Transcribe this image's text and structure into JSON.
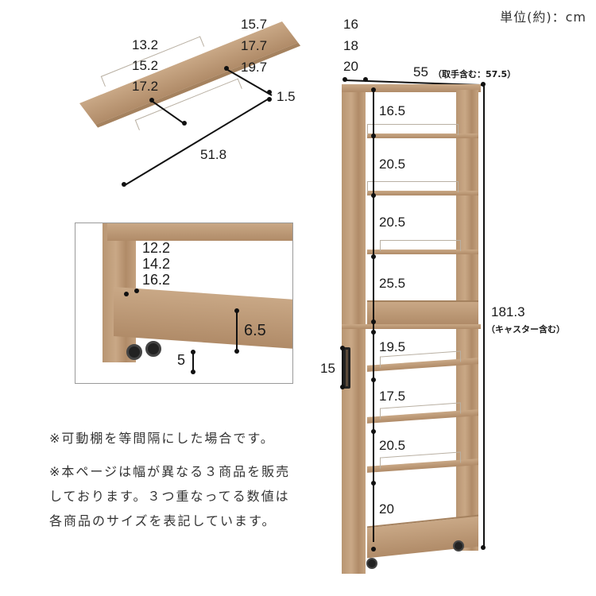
{
  "unit_label": "単位(約)：cm",
  "shelf_board": {
    "depth_values": [
      "13.2",
      "15.2",
      "17.2"
    ],
    "width_values": [
      "15.7",
      "17.7",
      "19.7"
    ],
    "thickness": "1.5",
    "length": "51.8"
  },
  "cabinet_top": {
    "depth_values": [
      "16",
      "18",
      "20"
    ],
    "width": "55",
    "width_note": "（取手含む：57.5）"
  },
  "detail_bottom": {
    "inner_values": [
      "12.2",
      "14.2",
      "16.2"
    ],
    "front_height": "6.5",
    "caster_clearance": "5"
  },
  "cabinet": {
    "upper_spacings": [
      "16.5",
      "20.5",
      "20.5",
      "25.5"
    ],
    "lower_spacings": [
      "19.5",
      "17.5",
      "20.5",
      "20"
    ],
    "handle_height": "15",
    "total_height": "181.3",
    "total_height_note": "（キャスター含む）"
  },
  "notes": {
    "note1": "※可動棚を等間隔にした場合です。",
    "note2_lines": [
      "※本ページは幅が異なる３商品を販売",
      "しております。３つ重なってる数値は",
      "各商品のサイズを表記しています。"
    ]
  },
  "colors": {
    "wood": "#c4a27f",
    "wood_dark": "#a98563",
    "text": "#1a1a1a"
  }
}
